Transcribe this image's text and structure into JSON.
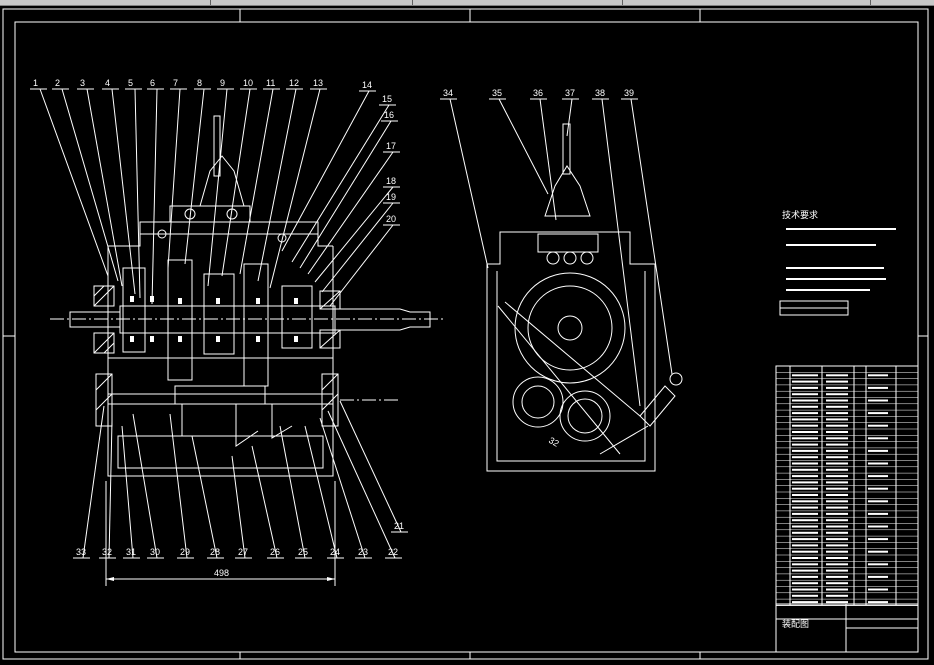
{
  "drawing": {
    "left_callouts": [
      "1",
      "2",
      "3",
      "4",
      "5",
      "6",
      "7",
      "8",
      "9",
      "10",
      "11",
      "12",
      "13"
    ],
    "right_callouts": [
      "14",
      "15",
      "16",
      "17",
      "18",
      "19",
      "20"
    ],
    "bottom_callouts": [
      "33",
      "32",
      "31",
      "30",
      "29",
      "28",
      "27",
      "26",
      "25",
      "24",
      "23",
      "22",
      "21"
    ],
    "side_callouts": [
      "34",
      "35",
      "36",
      "37",
      "38",
      "39"
    ],
    "overall_dimension": "498",
    "side_dimension": "32",
    "notes_title": "技术要求",
    "title_block_label": "装配图"
  },
  "colors": {
    "lines": "#ffffff",
    "background": "#000000",
    "toolbar": "#c8c8c8"
  }
}
